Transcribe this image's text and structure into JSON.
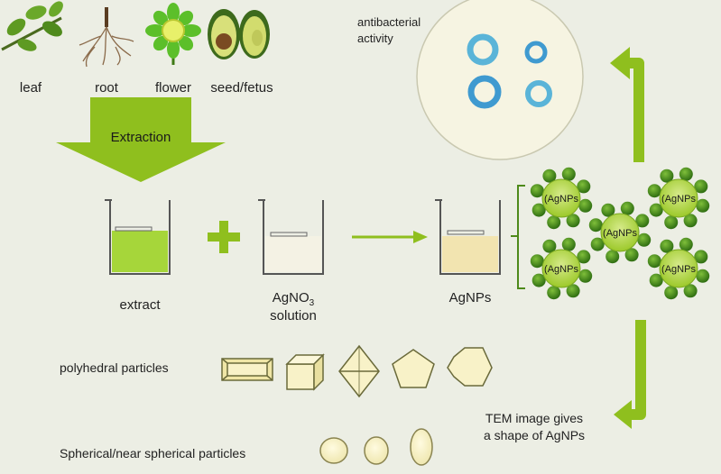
{
  "sources": [
    "leaf",
    "root",
    "flower",
    "seed/fetus"
  ],
  "extraction_label": "Extraction",
  "beakers": {
    "extract": "extract",
    "agno3_main": "AgNO",
    "agno3_sub": "3",
    "solution": "solution",
    "agnps": "AgNPs"
  },
  "plus": "+",
  "antibacterial": [
    "antibacterial",
    "activity"
  ],
  "nanoparticle_label": "AgNPs",
  "shapes": {
    "polyhedral": "polyhedral particles",
    "spherical": "Spherical/near spherical particles"
  },
  "tem": [
    "TEM image gives",
    "a shape of AgNPs"
  ],
  "colors": {
    "green": "#9cc92a",
    "dark_green": "#4e8a1a",
    "light_green": "#c6df6a",
    "zone": "#5ab4d8",
    "plate": "#f6f4e2"
  }
}
